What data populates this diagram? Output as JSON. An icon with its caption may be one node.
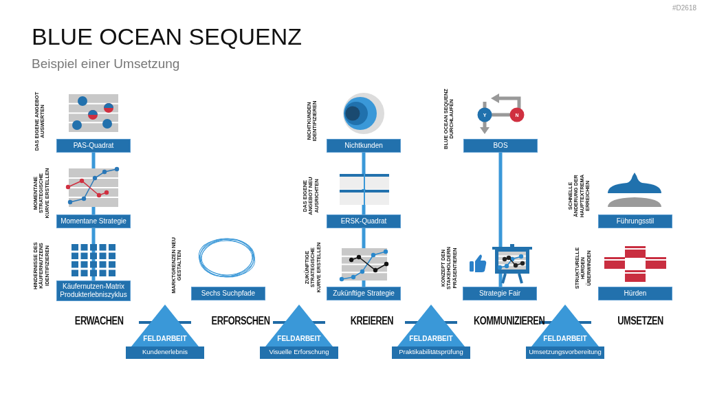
{
  "diagram": {
    "title": "BLUE OCEAN SEQUENZ",
    "nodes": [
      {
        "text": [
          "PAS-Quadrat"
        ],
        "beside": [
          "DAS EIGENE ANGEBOT AUSWERTEN"
        ]
      },
      {
        "text": [
          "Momentane Strategie"
        ],
        "beside": [
          "MOMENTANE STRATEGISCHE KURVE ERSTELLEN"
        ]
      },
      {
        "text": [
          "Käufernutzen-Matrix",
          "Produkterlebniszyklus"
        ],
        "beside": [
          "HINDERNISSE DES KÄUFERNUTZENS IDENTIFIZIEREN"
        ]
      },
      {
        "text": [
          "Sechs Suchpfade"
        ],
        "beside": [
          "MARKTGRENZEN NEU GESTALTEN"
        ]
      },
      {
        "text": [
          "Nichtkunden"
        ],
        "beside": [
          "NICHTKUNDEN IDENTIFIZIEREN"
        ]
      },
      {
        "text": [
          "ERSK-Quadrat"
        ],
        "beside": [
          "DAS EIGENE ANGEBOT NEU AUSRICHTEN"
        ]
      },
      {
        "text": [
          "Zukünftige Strategie"
        ],
        "beside": [
          "ZUKÜNFTIGE STRATEGISCHE KURVE ERSTELLEN"
        ]
      },
      {
        "text": [
          "BOS"
        ],
        "beside": [
          "BLUE OCEAN SEQUENZ DURCHLAUFEN"
        ]
      },
      {
        "text": [
          "Strategie Fair"
        ],
        "beside": [
          "KONZEPT DEN STAKEHOLDERN PRÄSENTIEREN"
        ]
      },
      {
        "text": [
          "Führungsstil"
        ],
        "beside": [
          "SCHNELLE ÄNDERUNG DER HAUPTEXTREMA ERREICHEN"
        ]
      },
      {
        "text": [
          "Hürden"
        ],
        "beside": [
          "STRUKTURELLE HÜRDEN ÜBERWINDEN"
        ]
      },
      {
        "text": [
          "FELDARBEIT",
          "Kundenerlebnis"
        ]
      },
      {
        "text": [
          "FELDARBEIT",
          "Visuelle Erforschung"
        ]
      },
      {
        "text": [
          "FELDARBEIT",
          "Praktikabilitätsprüfung"
        ]
      },
      {
        "text": [
          "FELDARBEIT",
          "Umsetzungsvorbereitung"
        ]
      }
    ],
    "edges": [
      {
        "from": 0,
        "to": 1,
        "arrow": "none"
      },
      {
        "from": 1,
        "to": 2,
        "arrow": "none"
      },
      {
        "from": 4,
        "to": 5,
        "arrow": "none"
      },
      {
        "from": 5,
        "to": 6,
        "arrow": "none"
      },
      {
        "from": 7,
        "to": 8,
        "arrow": "none"
      }
    ],
    "labels": [
      "#D2618",
      "Beispiel einer Umsetzung",
      "Y",
      "N",
      "ERWACHEN",
      "ERFORSCHEN",
      "KREIEREN",
      "KOMMUNIZIEREN",
      "UMSETZEN"
    ]
  }
}
